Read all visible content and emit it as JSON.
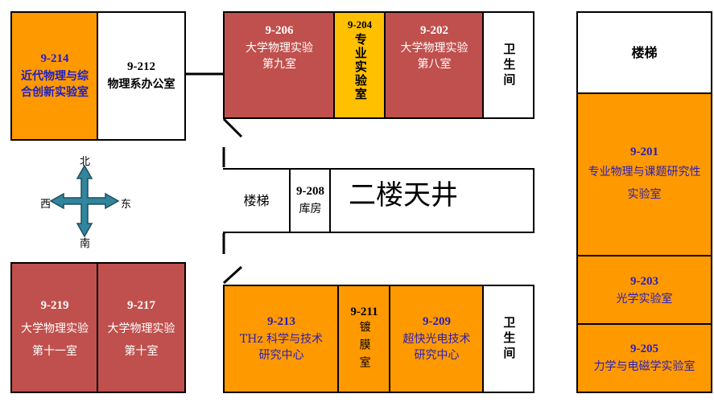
{
  "rooms": {
    "r214": {
      "num": "9-214",
      "name": "近代物理与综合创新实验室"
    },
    "r212": {
      "num": "9-212",
      "name": "物理系办公室"
    },
    "r206": {
      "num": "9-206",
      "name1": "大学物理实验",
      "name2": "第九室"
    },
    "r204": {
      "num": "9-204",
      "name": "专业实验室"
    },
    "r202": {
      "num": "9-202",
      "name1": "大学物理实验",
      "name2": "第八室"
    },
    "wc_top": {
      "name": "卫生间"
    },
    "stairs_right": {
      "name": "楼梯"
    },
    "r201": {
      "num": "9-201",
      "name1": "专业物理与课题研究性",
      "name2": "实验室"
    },
    "r203": {
      "num": "9-203",
      "name": "光学实验室"
    },
    "r205": {
      "num": "9-205",
      "name": "力学与电磁学实验室"
    },
    "stairs_mid": {
      "name": "楼梯"
    },
    "r208": {
      "num": "9-208",
      "name": "库房"
    },
    "atrium": {
      "name": "二楼天井"
    },
    "r219": {
      "num": "9-219",
      "name1": "大学物理实验",
      "name2": "第十一室"
    },
    "r217": {
      "num": "9-217",
      "name1": "大学物理实验",
      "name2": "第十室"
    },
    "r213": {
      "num": "9-213",
      "name1": "THz 科学与技术",
      "name2": "研究中心"
    },
    "r211": {
      "num": "9-211",
      "name": "镀膜室"
    },
    "r209": {
      "num": "9-209",
      "name1": "超快光电技术",
      "name2": "研究中心"
    },
    "wc_bottom": {
      "name": "卫生间"
    }
  },
  "compass": {
    "north": "北",
    "south": "南",
    "west": "西",
    "east": "东",
    "icon": "compass-arrows-icon",
    "color": "#31859C"
  },
  "colors": {
    "red": "#C0504D",
    "orange": "#FF9900",
    "yellow": "#FFC000"
  }
}
